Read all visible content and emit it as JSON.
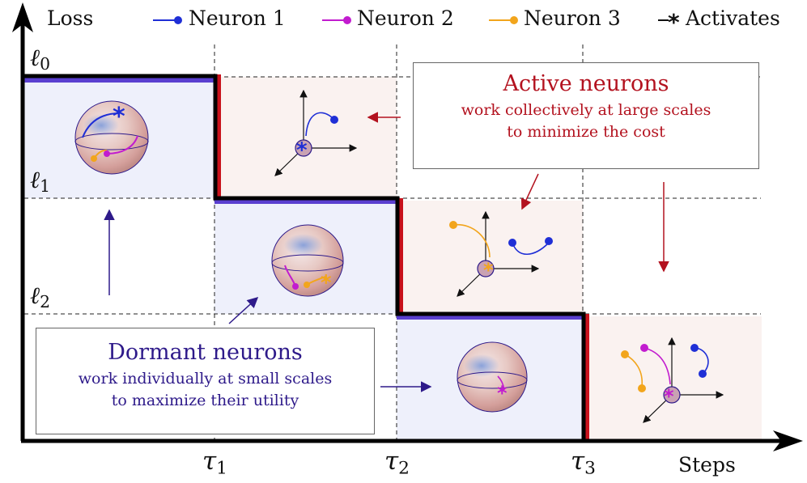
{
  "axes": {
    "y_label": "Loss",
    "x_label": "Steps",
    "y_ticks": [
      "ℓ0",
      "ℓ1",
      "ℓ2"
    ],
    "x_ticks": [
      "τ1",
      "τ2",
      "τ3"
    ]
  },
  "legend": [
    {
      "label": "Neuron 1",
      "color": "#1f2fd6"
    },
    {
      "label": "Neuron 2",
      "color": "#c21ccf"
    },
    {
      "label": "Neuron 3",
      "color": "#f2a51c"
    },
    {
      "label": "Activates",
      "color": "#111111"
    }
  ],
  "active_box": {
    "title": "Active neurons",
    "line1": "work collectively at large scales",
    "line2": "to minimize the cost",
    "color": "#b3121f"
  },
  "dormant_box": {
    "title": "Dormant neurons",
    "line1": "work individually at small scales",
    "line2": "to maximize their utility",
    "color": "#2e1a8a"
  },
  "colors": {
    "staircase": "#000000",
    "dormant_fill": "#eef0fb",
    "active_fill": "#faf2f0",
    "dormant_edge": "#5a3fd0",
    "active_edge": "#c8121c"
  }
}
